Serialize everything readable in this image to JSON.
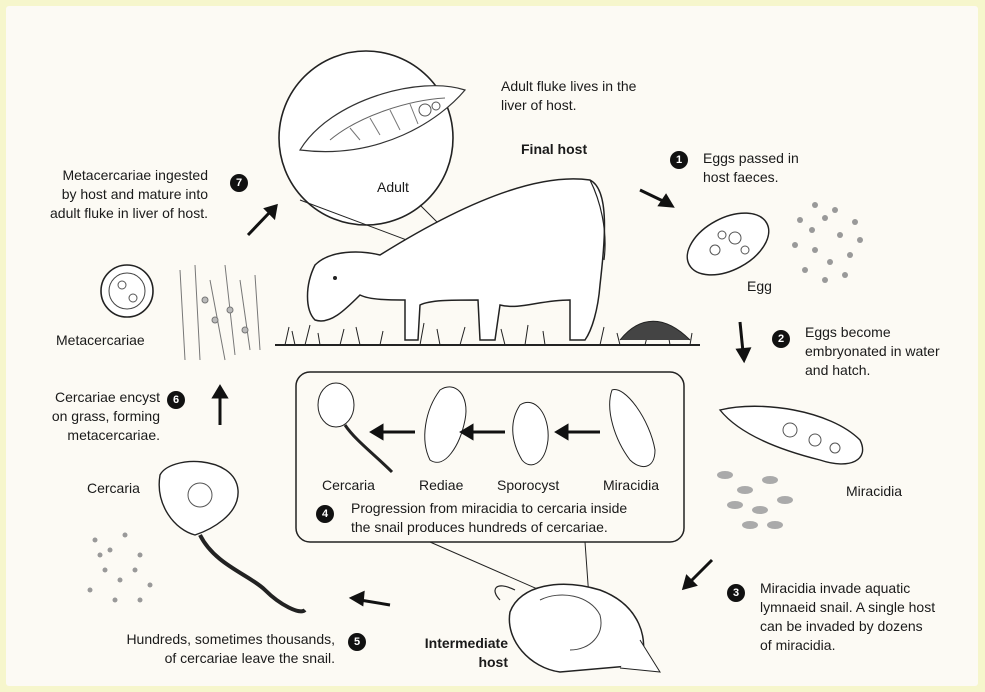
{
  "labels": {
    "adult_desc": "Adult fluke lives in the\nliver of host.",
    "adult": "Adult",
    "final_host": "Final host",
    "step1": "Eggs passed in\nhost faeces.",
    "egg": "Egg",
    "step2": "Eggs become\nembryonated in water\nand hatch.",
    "miracidia": "Miracidia",
    "step3": "Miracidia invade aquatic\nlymnaeid snail. A single host\ncan be invaded by dozens\nof miracidia.",
    "intermediate_host": "Intermediate\nhost",
    "step4": "Progression from miracidia to cercaria inside\nthe snail produces hundreds of cercariae.",
    "box_cercaria": "Cercaria",
    "box_rediae": "Rediae",
    "box_sporocyst": "Sporocyst",
    "box_miracidia": "Miracidia",
    "step5": "Hundreds, sometimes thousands,\nof cercariae leave the snail.",
    "cercaria": "Cercaria",
    "step6": "Cercariae encyst\non grass, forming\nmetacercariae.",
    "metacercariae": "Metacercariae",
    "step7": "Metacercariae ingested\nby host and mature into\nadult fluke in liver of host."
  },
  "steps": [
    "1",
    "2",
    "3",
    "4",
    "5",
    "6",
    "7"
  ],
  "colors": {
    "border": "#f6f6cc",
    "panel": "#fcfaf4",
    "ink": "#1a1a1a",
    "badge": "#111111"
  }
}
